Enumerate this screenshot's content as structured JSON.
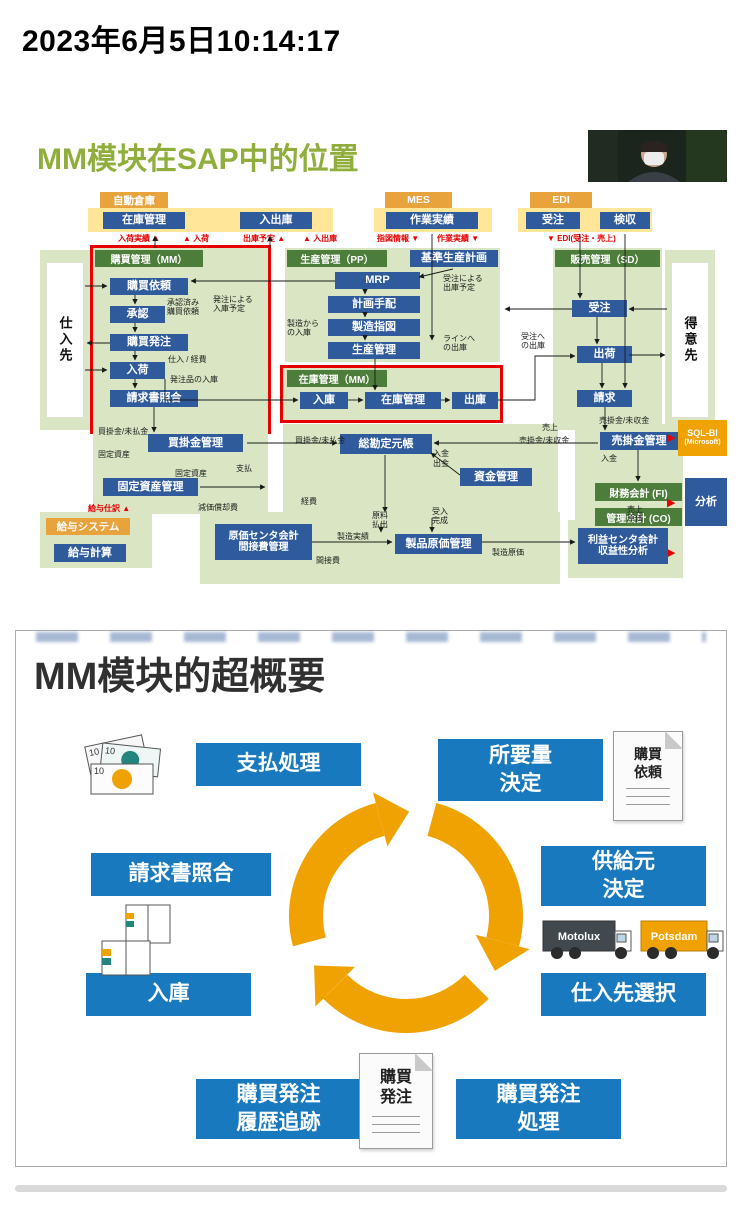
{
  "page": {
    "timestamp": "2023年6月5日10:14:17"
  },
  "icons": {
    "triangle_up": "▲",
    "triangle_down": "▼",
    "triangle_right": "▶"
  },
  "slide1": {
    "title": "MM模块在SAP中的位置",
    "top_sections": [
      {
        "header": "自動倉庫",
        "items": [
          "在庫管理",
          "入出庫"
        ]
      },
      {
        "header": "MES",
        "items": [
          "作業実績"
        ]
      },
      {
        "header": "EDI",
        "items": [
          "受注",
          "検収"
        ]
      }
    ],
    "flow_labels": [
      "入荷実績",
      "入荷",
      "出庫予定",
      "入出庫",
      "指図情報",
      "作業実績",
      "EDI(受注・売上)"
    ],
    "partners": {
      "supplier": "仕入先",
      "customer": "得意先"
    },
    "mm_panel": {
      "header": "購買管理（MM）",
      "boxes": [
        "購買依頼",
        "承認",
        "購買発注",
        "入荷",
        "請求書照合"
      ],
      "notes": [
        "承認済み購買依頼",
        "発注による入庫予定",
        "仕入 / 経費",
        "発注品の入庫"
      ]
    },
    "pp_panel": {
      "header": "生産管理（PP）",
      "side_box": "基準生産計画",
      "boxes": [
        "MRP",
        "計画手配",
        "製造指図",
        "生産管理"
      ],
      "notes": [
        "受注による出庫予定",
        "製造からの入庫",
        "ラインへの出庫"
      ]
    },
    "im_panel": {
      "header": "在庫管理（MM）",
      "boxes": [
        "入庫",
        "在庫管理",
        "出庫"
      ]
    },
    "sd_panel": {
      "header": "販売管理（SD）",
      "boxes": [
        "受注",
        "出荷",
        "請求"
      ],
      "notes": [
        "受注への出庫",
        "売掛金/未収金"
      ]
    },
    "finance": {
      "ap_box": "買掛金管理",
      "fa_box": "固定資産管理",
      "gl_box": "総勘定元帳",
      "cash_box": "資金管理",
      "ar_box": "売掛金管理",
      "fi_box": "財務会計 (FI)",
      "co_box": "管理会計 (CO)",
      "sqlbi_line1": "SQL-BI",
      "sqlbi_line2": "(Microsoft)",
      "analysis_box": "分析",
      "payroll_header": "給与システム",
      "payroll_box": "給与計算",
      "payroll_note": "給与仕訳",
      "cost_center_line1": "原価センタ会計",
      "cost_center_line2": "間接費管理",
      "product_cost_box": "製品原価管理",
      "profit_center_line1": "利益センタ会計",
      "profit_center_line2": "収益性分析",
      "notes": [
        "買掛金/未払金",
        "固定資産",
        "支払",
        "固定資産",
        "減価償却費",
        "買掛金/未払金",
        "入金",
        "出金",
        "経費",
        "売上",
        "売掛金/未収金",
        "入金",
        "原料払出",
        "受入完成",
        "製造実績",
        "間接費",
        "製造原価",
        "売上原価"
      ]
    }
  },
  "slide2": {
    "title": "MM模块的超概要",
    "boxes": [
      {
        "lines": [
          "支払処理"
        ]
      },
      {
        "lines": [
          "所要量",
          "決定"
        ]
      },
      {
        "lines": [
          "請求書照合"
        ]
      },
      {
        "lines": [
          "供給元",
          "決定"
        ]
      },
      {
        "lines": [
          "入庫"
        ]
      },
      {
        "lines": [
          "仕入先選択"
        ]
      },
      {
        "lines": [
          "購買発注",
          "履歴追跡"
        ]
      },
      {
        "lines": [
          "購買発注",
          "処理"
        ]
      }
    ],
    "doc_requisition": {
      "line1": "購買",
      "line2": "依頼"
    },
    "doc_order": {
      "line1": "購買",
      "line2": "発注"
    },
    "truck_left": "Motolux",
    "truck_right": "Potsdam",
    "money_label": "10"
  }
}
